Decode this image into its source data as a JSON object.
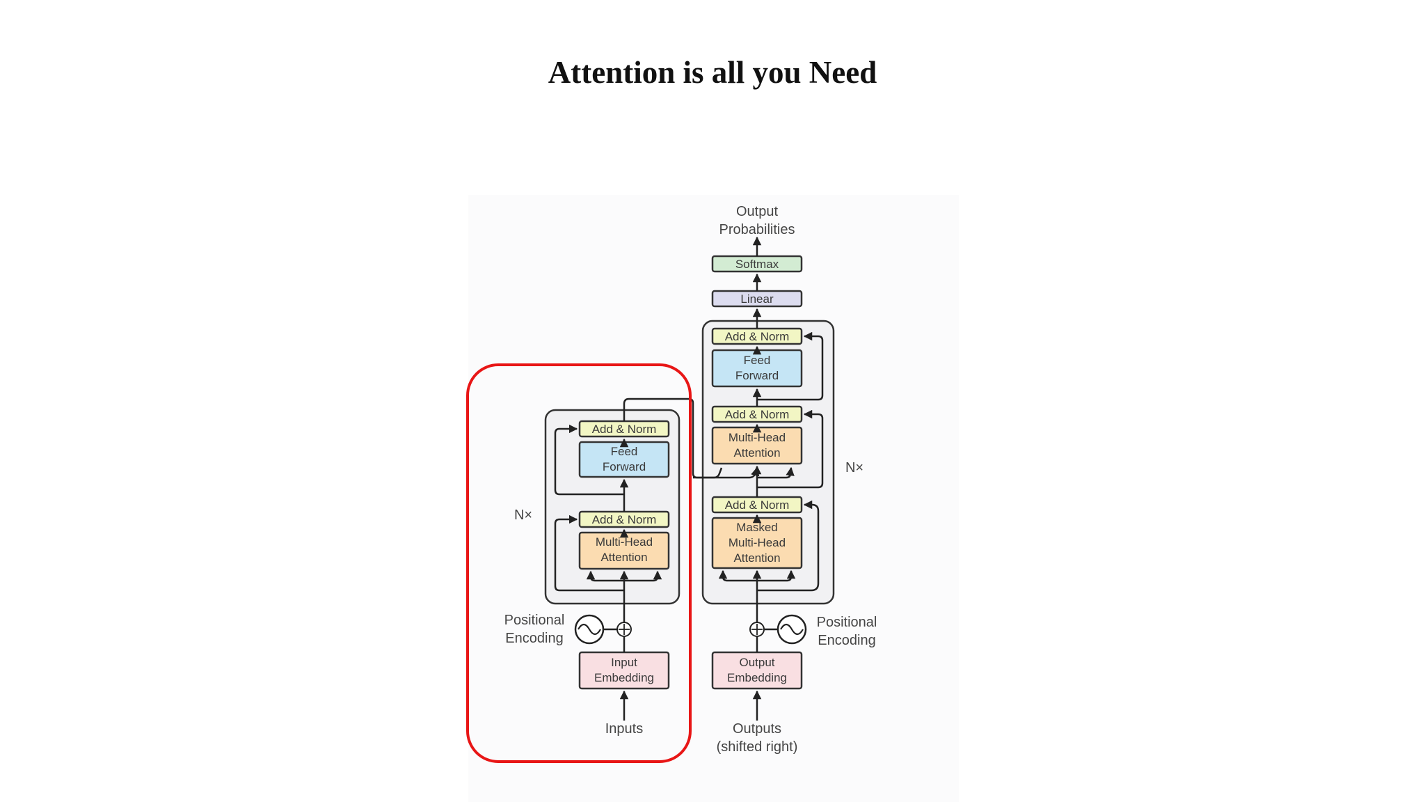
{
  "slide": {
    "title": "Attention is all you Need"
  },
  "diagram": {
    "encoder": {
      "repeat_label": "N×",
      "positional_encoding": [
        "Positional",
        "Encoding"
      ],
      "input_embedding": [
        "Input",
        "Embedding"
      ],
      "inputs": "Inputs",
      "add_norm": "Add & Norm",
      "feed_forward": [
        "Feed",
        "Forward"
      ],
      "multi_head_attention": [
        "Multi-Head",
        "Attention"
      ]
    },
    "decoder": {
      "repeat_label": "N×",
      "positional_encoding": [
        "Positional",
        "Encoding"
      ],
      "output_embedding": [
        "Output",
        "Embedding"
      ],
      "outputs": [
        "Outputs",
        "(shifted right)"
      ],
      "add_norm": "Add & Norm",
      "feed_forward": [
        "Feed",
        "Forward"
      ],
      "multi_head_attention": [
        "Multi-Head",
        "Attention"
      ],
      "masked_attention": [
        "Masked",
        "Multi-Head",
        "Attention"
      ],
      "linear": "Linear",
      "softmax": "Softmax",
      "output_probabilities": [
        "Output",
        "Probabilities"
      ]
    },
    "colors": {
      "add_norm": "#f2f6c4",
      "feed_forward": "#c5e5f5",
      "attention": "#fbdcb1",
      "embedding": "#f9dfe2",
      "linear": "#dcdcef",
      "softmax": "#d3ecd3",
      "highlight": "#e81616",
      "stack_frame": "#f1f1f3",
      "stroke": "#333333"
    }
  }
}
